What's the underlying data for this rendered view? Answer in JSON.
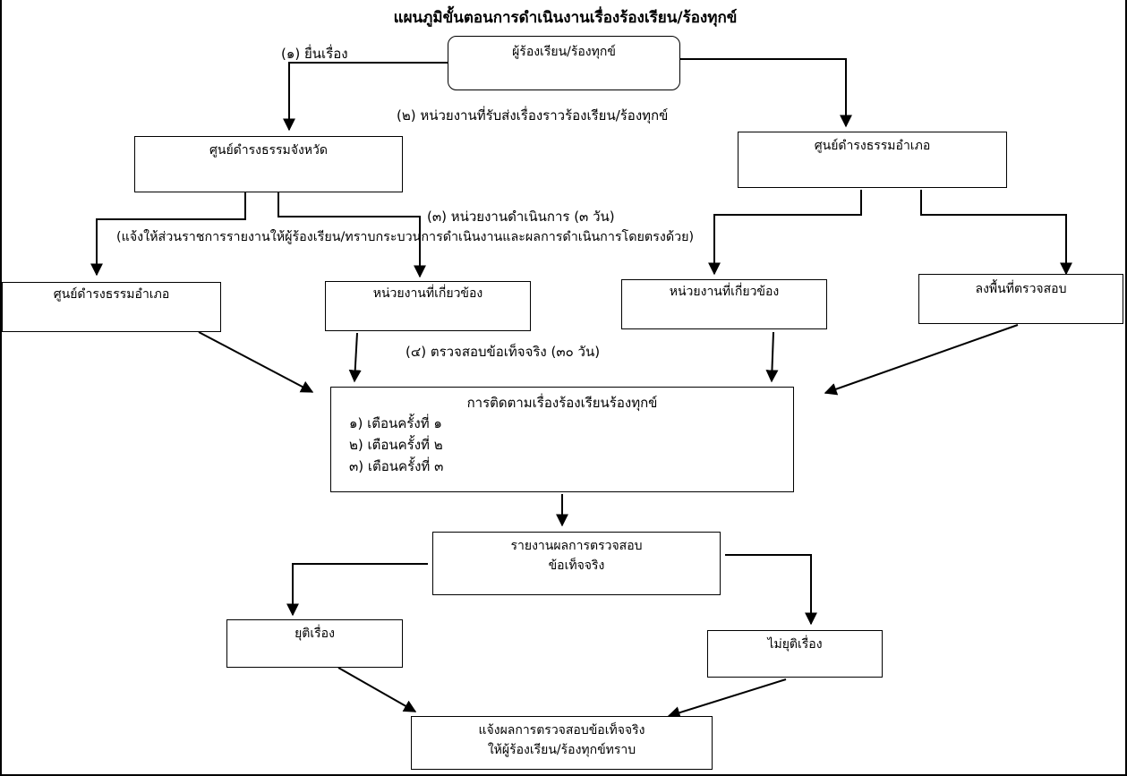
{
  "title": "แผนภูมิขั้นตอนการดำเนินงานเรื่องร้องเรียน/ร้องทุกข์",
  "nodes": {
    "complainant": "ผู้ร้องเรียน/ร้องทุกข์",
    "provincial_center": "ศูนย์ดำรงธรรมจังหวัด",
    "district_center_right": "ศูนย์ดำรงธรรมอำเภอ",
    "district_center_left": "ศูนย์ดำรงธรรมอำเภอ",
    "related_agency_1": "หน่วยงานที่เกี่ยวข้อง",
    "related_agency_2": "หน่วยงานที่เกี่ยวข้อง",
    "field_inspection": "ลงพื้นที่ตรวจสอบ",
    "follow_up": {
      "title": "การติดตามเรื่องร้องเรียนร้องทุกข์",
      "items": [
        "๑) เตือนครั้งที่ ๑",
        "๒) เตือนครั้งที่ ๒",
        "๓) เตือนครั้งที่ ๓"
      ]
    },
    "report": {
      "line1": "รายงานผลการตรวจสอบ",
      "line2": "ข้อเท็จจริง"
    },
    "case_closed": "ยุติเรื่อง",
    "case_not_closed": "ไม่ยุติเรื่อง",
    "notify": {
      "line1": "แจ้งผลการตรวจสอบข้อเท็จจริง",
      "line2": "ให้ผู้ร้องเรียน/ร้องทุกข์ทราบ"
    }
  },
  "labels": {
    "step1": "(๑) ยื่นเรื่อง",
    "step2": "(๒) หน่วยงานที่รับส่งเรื่องราวร้องเรียน/ร้องทุกข์",
    "step3": "(๓) หน่วยงานดำเนินการ (๓ วัน)",
    "step3_note": "(แจ้งให้ส่วนราชการรายงานให้ผู้ร้องเรียน/ทราบกระบวนการดำเนินงานและผลการดำเนินการโดยตรงด้วย)",
    "step4": "(๔) ตรวจสอบข้อเท็จจริง (๓๐ วัน)"
  }
}
